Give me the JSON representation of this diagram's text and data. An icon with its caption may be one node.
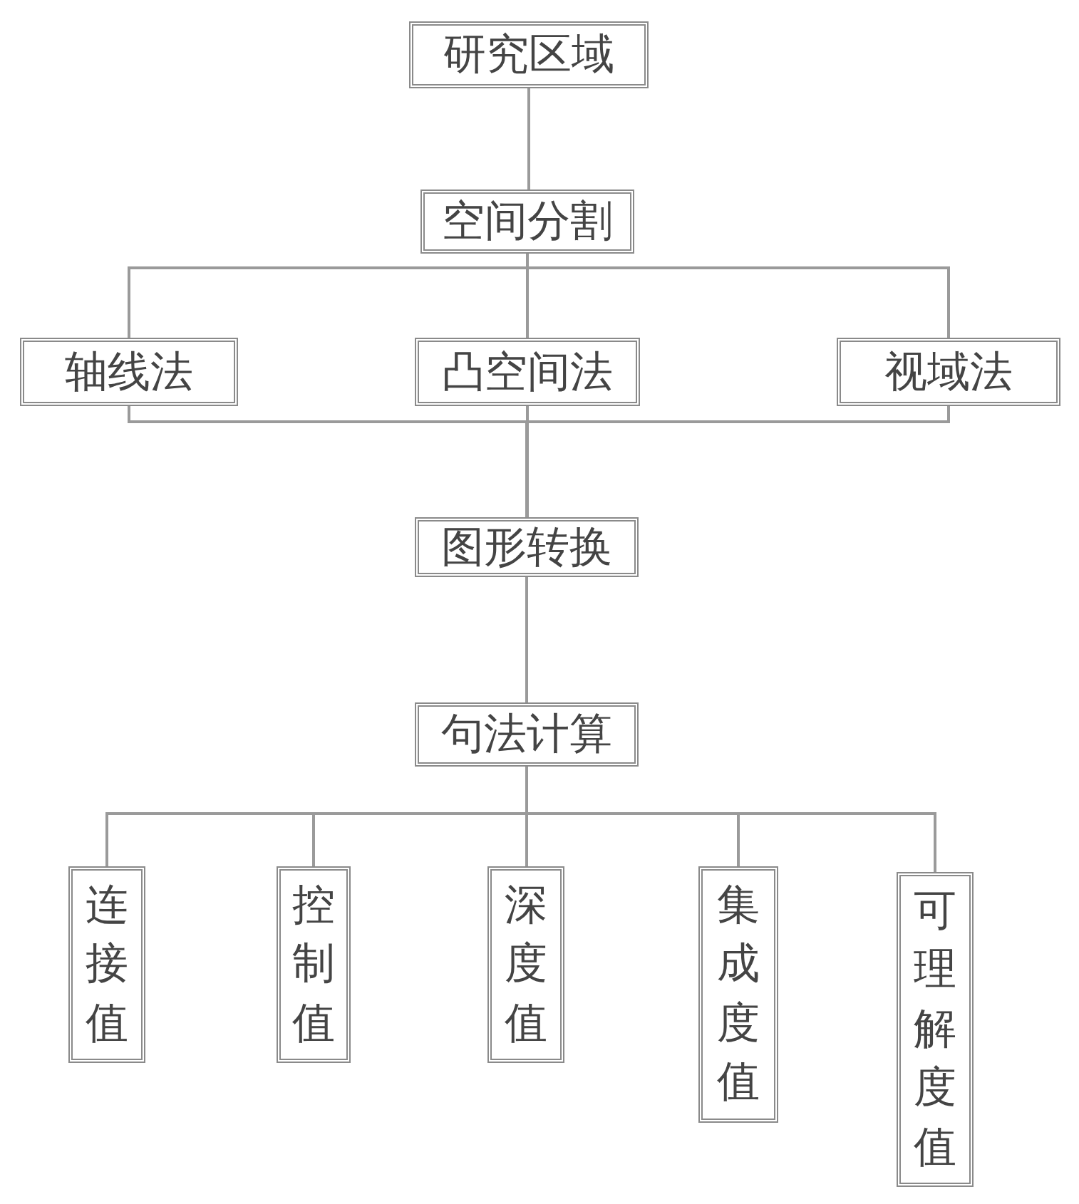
{
  "diagram": {
    "nodes": [
      {
        "text": [
          "研究区域"
        ]
      },
      {
        "text": [
          "空间分割"
        ]
      },
      {
        "text": [
          "轴线法"
        ]
      },
      {
        "text": [
          "凸空间法"
        ]
      },
      {
        "text": [
          "视域法"
        ]
      },
      {
        "text": [
          "图形转换"
        ]
      },
      {
        "text": [
          "句法计算"
        ]
      },
      {
        "text": [
          "连接值"
        ]
      },
      {
        "text": [
          "控制值"
        ]
      },
      {
        "text": [
          "深度值"
        ]
      },
      {
        "text": [
          "集成度值"
        ]
      },
      {
        "text": [
          "可理解度值"
        ]
      }
    ],
    "edges": [
      {
        "from": 0,
        "to": 1,
        "arrow": "none"
      },
      {
        "from": 1,
        "to": 2,
        "arrow": "none"
      },
      {
        "from": 1,
        "to": 3,
        "arrow": "none"
      },
      {
        "from": 1,
        "to": 4,
        "arrow": "none"
      },
      {
        "from": 2,
        "to": 5,
        "arrow": "none"
      },
      {
        "from": 3,
        "to": 5,
        "arrow": "none"
      },
      {
        "from": 4,
        "to": 5,
        "arrow": "none"
      },
      {
        "from": 5,
        "to": 6,
        "arrow": "none"
      },
      {
        "from": 6,
        "to": 7,
        "arrow": "none"
      },
      {
        "from": 6,
        "to": 8,
        "arrow": "none"
      },
      {
        "from": 6,
        "to": 9,
        "arrow": "none"
      },
      {
        "from": 6,
        "to": 10,
        "arrow": "none"
      },
      {
        "from": 6,
        "to": 11,
        "arrow": "none"
      }
    ]
  }
}
